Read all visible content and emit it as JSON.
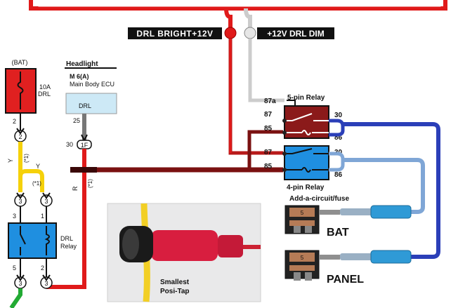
{
  "top_labels": {
    "drl_bright": "DRL BRIGHT+12V",
    "drl_dim": "+12V DRL DIM"
  },
  "fuse_block": {
    "bat": "(BAT)",
    "rating": "10A",
    "name": "DRL"
  },
  "headlight_block": {
    "title": "Headlight",
    "connector": "M 6(A)",
    "ecu": "Main Body ECU",
    "drl": "DRL",
    "pin": "25",
    "wire_no": "30",
    "conn_id": "1F"
  },
  "left_circuit": {
    "pin_fuse": "2",
    "conn_fuse": "2",
    "wire_y1": "Y",
    "star1": "(*1)",
    "wire_y2": "Y",
    "star2": "(*1)",
    "conn_a": "3",
    "conn_b": "3",
    "relay_pin3": "3",
    "relay_pin1": "1",
    "relay_label1": "DRL",
    "relay_label2": "Relay",
    "relay_pin5": "5",
    "relay_pin2": "2",
    "conn_c": "3",
    "conn_d": "3",
    "wire_r": "R",
    "star3": "(*1)"
  },
  "relay5": {
    "title": "5-pin Relay",
    "pin87a": "87a",
    "pin87": "87",
    "pin85": "85",
    "pin30": "30",
    "pin86": "86"
  },
  "relay4": {
    "title": "4-pin Relay",
    "pin87": "87",
    "pin85": "85",
    "pin30": "30",
    "pin86": "86"
  },
  "fuse_taps": {
    "title": "Add-a-circuit/fuse",
    "bat": "BAT",
    "panel": "PANEL",
    "fuse_value": "5"
  },
  "posi_tap": {
    "line1": "Smallest",
    "line2": "Posi-Tap"
  },
  "colors": {
    "red_wire": "#e01a1a",
    "yellow_wire": "#f5d10a",
    "blue_wire": "#2b3fb8",
    "light_blue_wire": "#7fa6d6",
    "relay5_fill": "#8b1a1a",
    "relay4_fill": "#1f8fe0"
  }
}
